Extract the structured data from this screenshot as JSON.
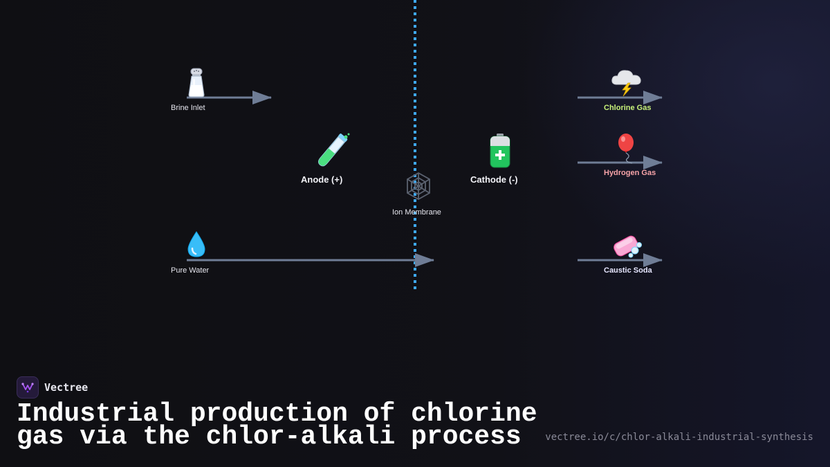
{
  "colors": {
    "background": "#0f0f13",
    "arrow": "#6f7d96",
    "membrane": "#3fa9f5",
    "chlorine_label": "#c8f27a",
    "hydrogen_label": "#f7a3a8",
    "caustic_label": "#e6e6ff",
    "brand_accent": "#a855f7"
  },
  "diagram": {
    "nodes": {
      "brine": {
        "label": "Brine Inlet",
        "icon": "salt-shaker-icon"
      },
      "anode": {
        "label": "Anode (+)",
        "icon": "test-tube-icon"
      },
      "membrane": {
        "label": "Ion Membrane",
        "icon": "spider-web-icon"
      },
      "cathode": {
        "label": "Cathode (-)",
        "icon": "battery-icon"
      },
      "chlorine": {
        "label": "Chlorine Gas",
        "icon": "cloud-lightning-icon"
      },
      "hydrogen": {
        "label": "Hydrogen Gas",
        "icon": "balloon-icon"
      },
      "water": {
        "label": "Pure Water",
        "icon": "droplet-icon"
      },
      "caustic": {
        "label": "Caustic Soda",
        "icon": "soap-icon"
      }
    }
  },
  "footer": {
    "brand": "Vectree",
    "title": "Industrial production of chlorine gas via the chlor-alkali process",
    "url": "vectree.io/c/chlor-alkali-industrial-synthesis"
  }
}
